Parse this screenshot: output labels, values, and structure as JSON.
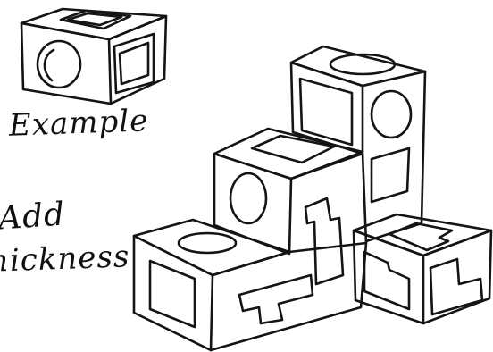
{
  "labels": {
    "example": "Example",
    "add": "Add",
    "thickness": "hickness"
  },
  "colors": {
    "ink": "#141414",
    "paper": "#ffffff"
  }
}
